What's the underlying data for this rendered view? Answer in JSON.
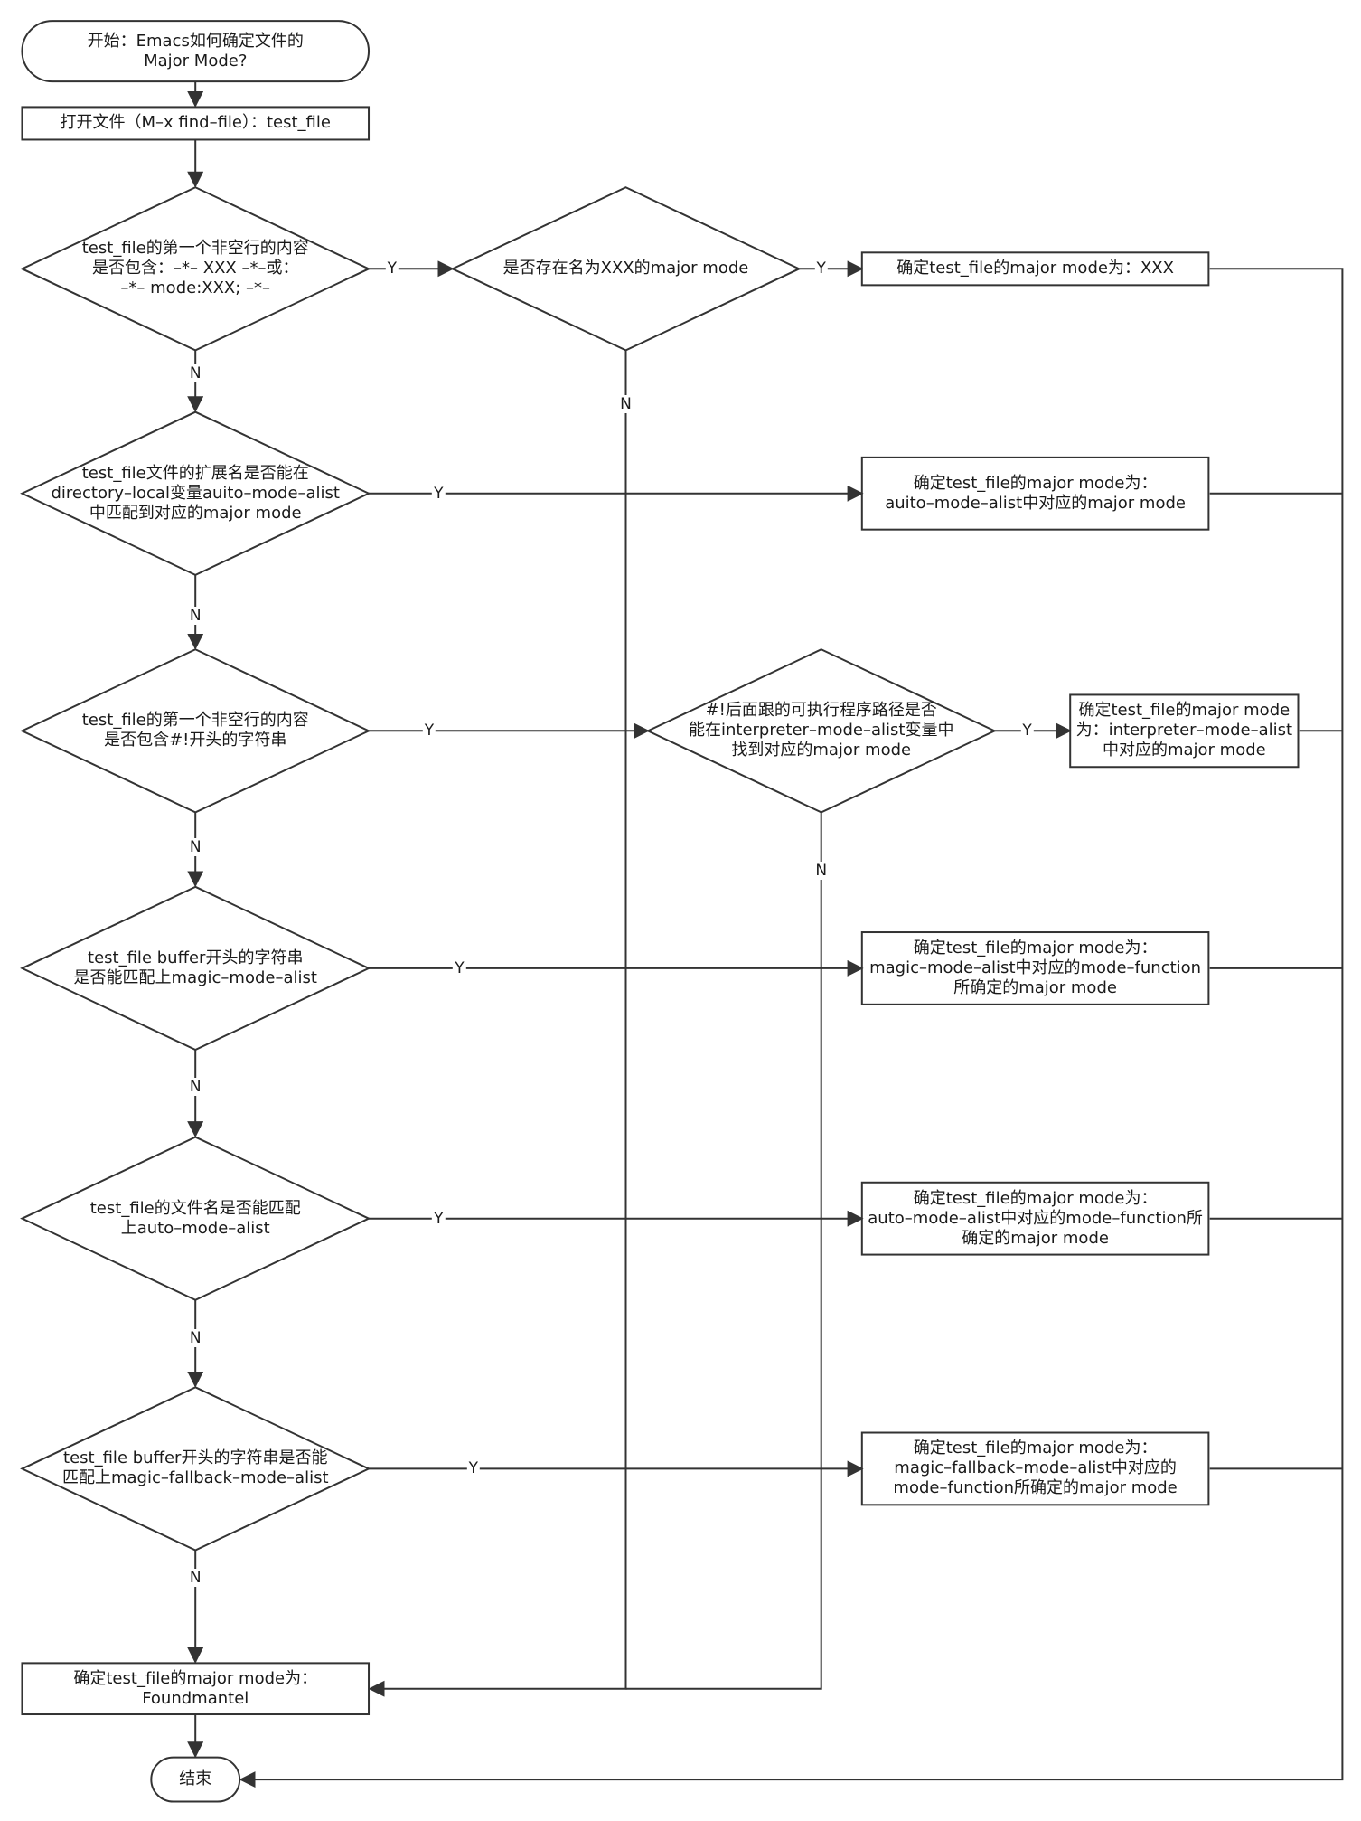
{
  "nodes": {
    "start": [
      "开始：Emacs如何确定文件的",
      "Major Mode?"
    ],
    "open_file": [
      "打开文件（M–x find–file）：test_file"
    ],
    "d1": [
      "test_file的第一个非空行的内容",
      "是否包含：–*– XXX –*–或：",
      "–*– mode:XXX; –*–"
    ],
    "d1b": [
      "是否存在名为XXX的major mode"
    ],
    "r1": [
      "确定test_file的major mode为：XXX"
    ],
    "d2": [
      "test_file文件的扩展名是否能在",
      "directory–local变量auito–mode–alist",
      "中匹配到对应的major mode"
    ],
    "r2": [
      "确定test_file的major mode为：",
      "auito–mode–alist中对应的major mode"
    ],
    "d3": [
      "test_file的第一个非空行的内容",
      "是否包含#!开头的字符串"
    ],
    "d3b": [
      "#!后面跟的可执行程序路径是否",
      "能在interpreter–mode–alist变量中",
      "找到对应的major mode"
    ],
    "r3": [
      "确定test_file的major mode",
      "为：interpreter–mode–alist",
      "中对应的major mode"
    ],
    "d4": [
      "test_file buffer开头的字符串",
      "是否能匹配上magic–mode–alist"
    ],
    "r4": [
      "确定test_file的major mode为：",
      "magic–mode–alist中对应的mode–function",
      "所确定的major mode"
    ],
    "d5": [
      "test_file的文件名是否能匹配",
      "上auto–mode–alist"
    ],
    "r5": [
      "确定test_file的major mode为：",
      "auto–mode–alist中对应的mode–function所",
      "确定的major mode"
    ],
    "d6": [
      "test_file buffer开头的字符串是否能",
      "匹配上magic–fallback–mode–alist"
    ],
    "r6": [
      "确定test_file的major mode为：",
      "magic–fallback–mode–alist中对应的",
      "mode–function所确定的major mode"
    ],
    "default": [
      "确定test_file的major mode为：",
      "Foundmantel"
    ],
    "end": [
      "结束"
    ]
  },
  "edge_labels": {
    "yes": "Y",
    "no": "N"
  },
  "colors": {
    "stroke": "#333333",
    "text": "#1a1a1a",
    "background": "#ffffff"
  }
}
